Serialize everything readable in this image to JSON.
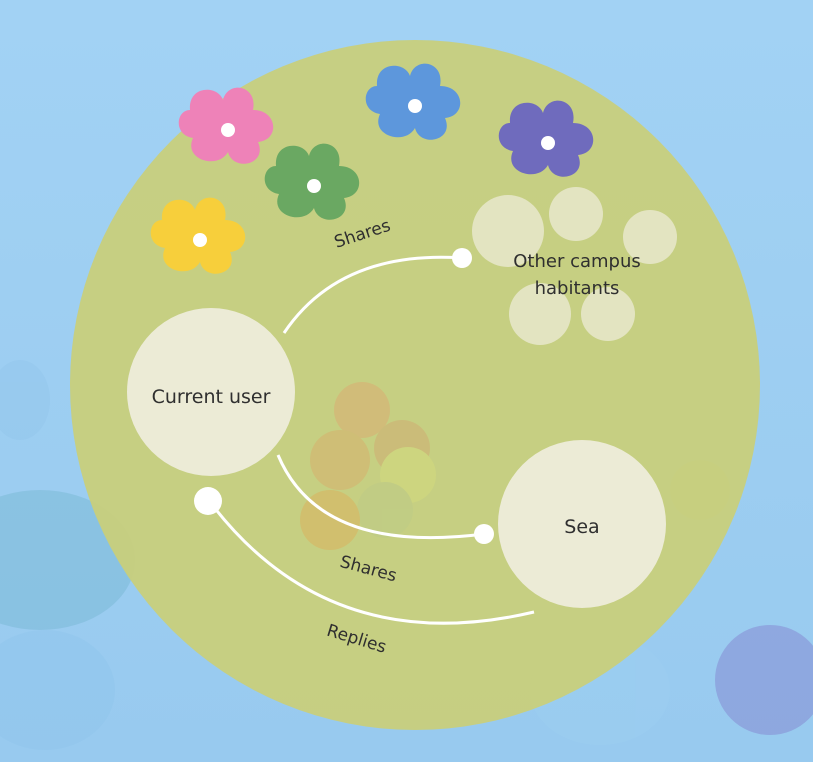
{
  "colors": {
    "background": "#9fd0f2",
    "world_circle": "#c9cf7a",
    "node_fill": "#ecebd6",
    "edge": "#ffffff",
    "flower_colors": [
      "#ee82b8",
      "#5d97dc",
      "#6f6bbd",
      "#6aa862",
      "#f7cf3b"
    ]
  },
  "nodes": {
    "current_user": "Current user",
    "other_campus_line1": "Other campus",
    "other_campus_line2": "habitants",
    "sea": "Sea"
  },
  "edges": {
    "shares_top": "Shares",
    "shares_bottom": "Shares",
    "replies": "Replies"
  },
  "icons": [
    "flower-icon",
    "flower-icon",
    "flower-icon",
    "flower-icon",
    "flower-icon"
  ]
}
